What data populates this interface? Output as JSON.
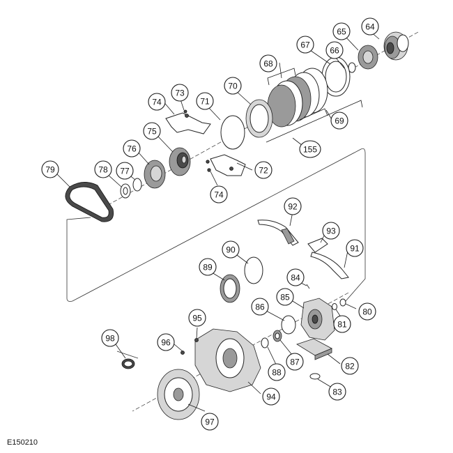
{
  "figure_code": "E150210",
  "callouts": [
    {
      "id": "64",
      "label": "64"
    },
    {
      "id": "65",
      "label": "65"
    },
    {
      "id": "66",
      "label": "66"
    },
    {
      "id": "67",
      "label": "67"
    },
    {
      "id": "68",
      "label": "68"
    },
    {
      "id": "69",
      "label": "69"
    },
    {
      "id": "70",
      "label": "70"
    },
    {
      "id": "71",
      "label": "71"
    },
    {
      "id": "72",
      "label": "72"
    },
    {
      "id": "73",
      "label": "73"
    },
    {
      "id": "74a",
      "label": "74"
    },
    {
      "id": "74b",
      "label": "74"
    },
    {
      "id": "75",
      "label": "75"
    },
    {
      "id": "76",
      "label": "76"
    },
    {
      "id": "77",
      "label": "77"
    },
    {
      "id": "78",
      "label": "78"
    },
    {
      "id": "79",
      "label": "79"
    },
    {
      "id": "80",
      "label": "80"
    },
    {
      "id": "81",
      "label": "81"
    },
    {
      "id": "82",
      "label": "82"
    },
    {
      "id": "83",
      "label": "83"
    },
    {
      "id": "84",
      "label": "84"
    },
    {
      "id": "85",
      "label": "85"
    },
    {
      "id": "86",
      "label": "86"
    },
    {
      "id": "87",
      "label": "87"
    },
    {
      "id": "88",
      "label": "88"
    },
    {
      "id": "89",
      "label": "89"
    },
    {
      "id": "90",
      "label": "90"
    },
    {
      "id": "91",
      "label": "91"
    },
    {
      "id": "92",
      "label": "92"
    },
    {
      "id": "93",
      "label": "93"
    },
    {
      "id": "94",
      "label": "94"
    },
    {
      "id": "95",
      "label": "95"
    },
    {
      "id": "96",
      "label": "96"
    },
    {
      "id": "97",
      "label": "97"
    },
    {
      "id": "98",
      "label": "98"
    },
    {
      "id": "155",
      "label": "155"
    }
  ]
}
